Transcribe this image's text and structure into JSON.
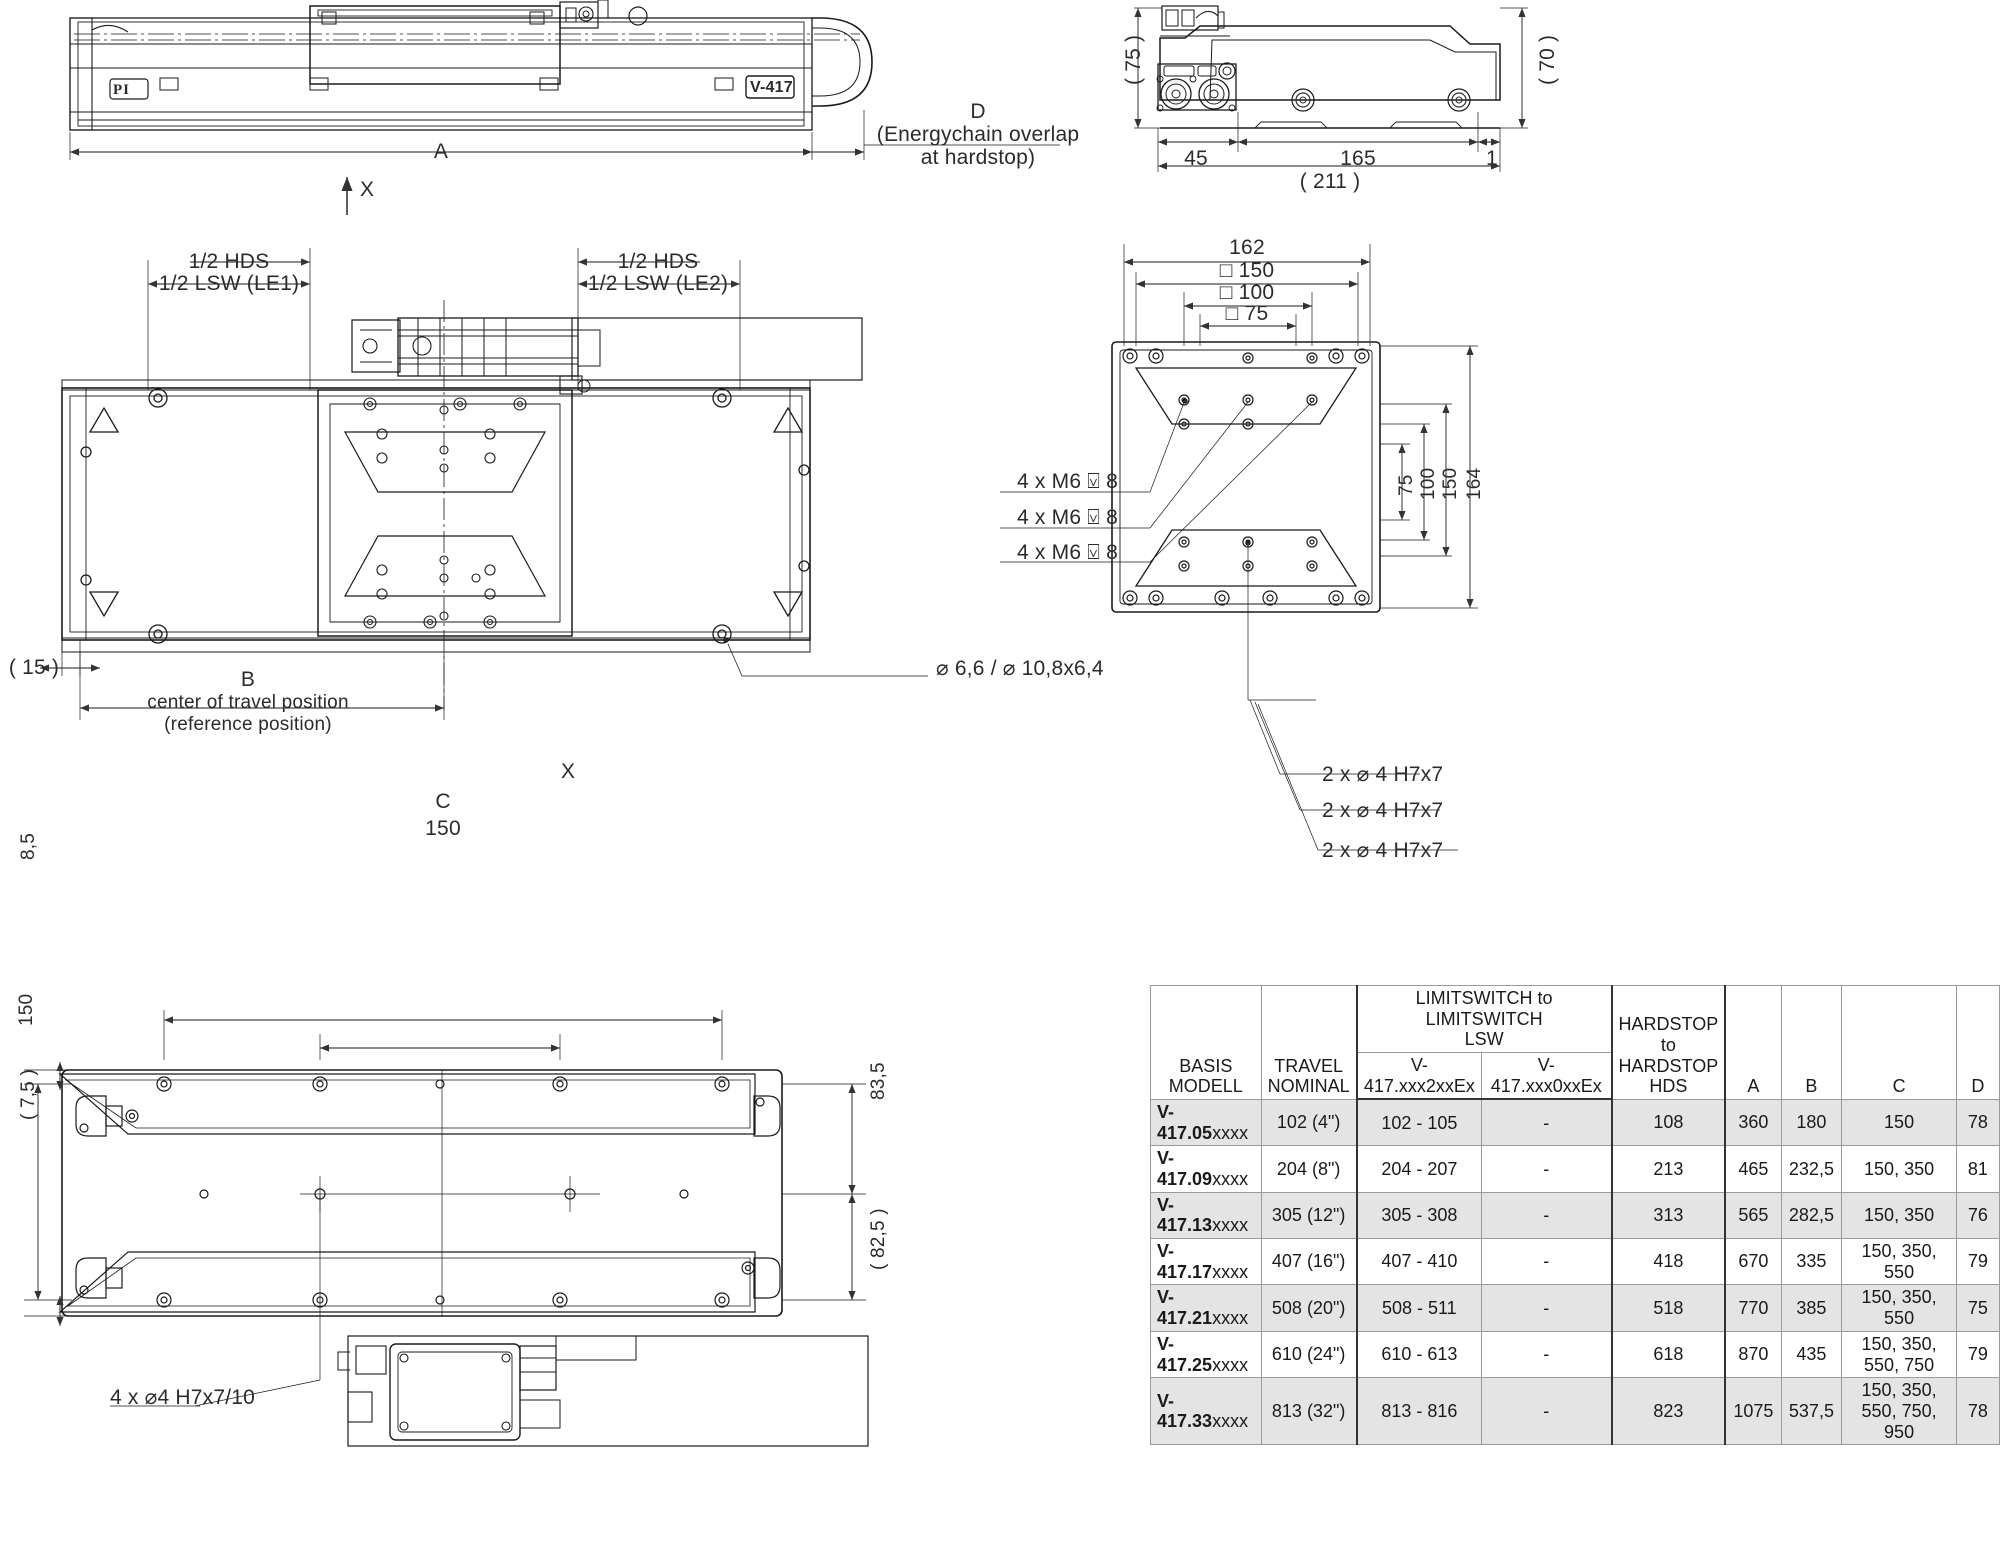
{
  "drawing": {
    "product_label": "V-417",
    "brand_logo": "PI"
  },
  "views": {
    "front_elevation": {
      "dim_A": "A",
      "note_D_line1": "D",
      "note_D_line2": "(Energychain overlap",
      "note_D_line3": "at hardstop)",
      "arrow_X": "X"
    },
    "side_elevation": {
      "dim_height_75": "( 75 )",
      "dim_height_70": "( 70 )",
      "dim_45": "45",
      "dim_165": "165",
      "dim_1": "1",
      "dim_211": "( 211 )"
    },
    "top_view": {
      "hds_left_1": "1/2 HDS",
      "hds_left_2": "1/2 LSW (LE1)",
      "hds_right_1": "1/2 HDS",
      "hds_right_2": "1/2 LSW (LE2)",
      "dim_15": "( 15 )",
      "dim_B": "B",
      "center_note_1": "center of travel position",
      "center_note_2": "(reference position)",
      "hole_callout": "⌀ 6,6 /  ⌀ 10,8x6,4"
    },
    "carriage_view": {
      "dim_162": "162",
      "dim_sq150": "□ 150",
      "dim_sq100": "□ 100",
      "dim_sq75": "□ 75",
      "m6_callout_1": "4 x M6 ⍌ 8",
      "m6_callout_2": "4 x M6 ⍌ 8",
      "m6_callout_3": "4 x M6 ⍌ 8",
      "dim_75": "75",
      "dim_100": "100",
      "dim_150": "150",
      "dim_164": "164",
      "pin_callout_1": "2 x ⌀ 4 H7x7",
      "pin_callout_2": "2 x ⌀ 4 H7x7",
      "pin_callout_3": "2 x ⌀ 4 H7x7"
    },
    "bottom_view": {
      "arrow_X": "X",
      "dim_C": "C",
      "dim_150_top": "150",
      "dim_8_5": "8,5",
      "dim_83_5": "83,5",
      "dim_82_5": "( 82,5 )",
      "dim_150_left": "150",
      "dim_7_5": "( 7,5 )",
      "hole_callout": "4 x ⌀4 H7x7/10"
    }
  },
  "spec_table": {
    "headers": {
      "basis_modell": "BASIS MODELL",
      "travel_nominal_1": "TRAVEL",
      "travel_nominal_2": "NOMINAL",
      "lsw_1": "LIMITSWITCH to",
      "lsw_2": "LIMITSWITCH",
      "lsw_3": "LSW",
      "lsw_variant_a": "V-417.xxx2xxEx",
      "lsw_variant_b": "V-417.xxx0xxEx",
      "hds_1": "HARDSTOP to",
      "hds_2": "HARDSTOP",
      "hds_3": "HDS",
      "col_a": "A",
      "col_b": "B",
      "col_c": "C",
      "col_d": "D"
    },
    "rows": [
      {
        "model_bold": "V-417.05",
        "model_x": "xxxx",
        "travel": "102 (4\")",
        "lsw_a": "102 - 105",
        "lsw_b": "-",
        "hds": "108",
        "a": "360",
        "b": "180",
        "c": "150",
        "d": "78"
      },
      {
        "model_bold": "V-417.09",
        "model_x": "xxxx",
        "travel": "204 (8\")",
        "lsw_a": "204 - 207",
        "lsw_b": "-",
        "hds": "213",
        "a": "465",
        "b": "232,5",
        "c": "150, 350",
        "d": "81"
      },
      {
        "model_bold": "V-417.13",
        "model_x": "xxxx",
        "travel": "305 (12\")",
        "lsw_a": "305 - 308",
        "lsw_b": "-",
        "hds": "313",
        "a": "565",
        "b": "282,5",
        "c": "150, 350",
        "d": "76"
      },
      {
        "model_bold": "V-417.17",
        "model_x": "xxxx",
        "travel": "407 (16\")",
        "lsw_a": "407 - 410",
        "lsw_b": "-",
        "hds": "418",
        "a": "670",
        "b": "335",
        "c": "150, 350, 550",
        "d": "79"
      },
      {
        "model_bold": "V-417.21",
        "model_x": "xxxx",
        "travel": "508 (20\")",
        "lsw_a": "508 - 511",
        "lsw_b": "-",
        "hds": "518",
        "a": "770",
        "b": "385",
        "c": "150, 350, 550",
        "d": "75"
      },
      {
        "model_bold": "V-417.25",
        "model_x": "xxxx",
        "travel": "610 (24\")",
        "lsw_a": "610 - 613",
        "lsw_b": "-",
        "hds": "618",
        "a": "870",
        "b": "435",
        "c": "150, 350, 550, 750",
        "d": "79"
      },
      {
        "model_bold": "V-417.33",
        "model_x": "xxxx",
        "travel": "813 (32\")",
        "lsw_a": "813 - 816",
        "lsw_b": "-",
        "hds": "823",
        "a": "1075",
        "b": "537,5",
        "c": "150, 350, 550, 750, 950",
        "d": "78"
      }
    ]
  }
}
